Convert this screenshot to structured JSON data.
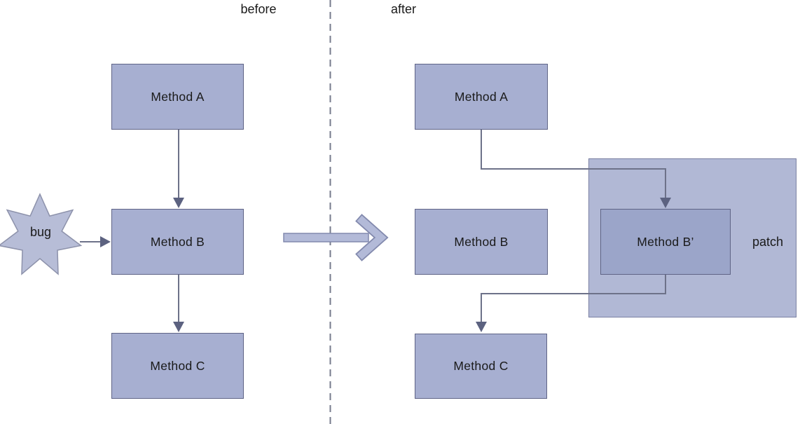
{
  "diagram": {
    "header": {
      "before": "before",
      "after": "after"
    },
    "before": {
      "method_a": "Method A",
      "method_b": "Method B",
      "method_c": "Method C",
      "bug": "bug"
    },
    "after": {
      "method_a": "Method A",
      "method_b": "Method B",
      "method_b_prime": "Method B’",
      "method_c": "Method C",
      "patch": "patch"
    },
    "colors": {
      "box_fill": "#a7afd1",
      "box_border": "#5f6486",
      "b_prime_fill": "#9ba5c9",
      "patch_fill": "#b1b8d5",
      "patch_border": "#7b81a3",
      "star_fill": "#b7bdd7",
      "star_border": "#8d92ab",
      "connector": "#6d7289",
      "arrowhead": "#5c6280",
      "big_arrow_fill": "#b3bad8",
      "big_arrow_border": "#8289ad",
      "divider": "#767b8c",
      "text": "#1a1a1a"
    }
  }
}
